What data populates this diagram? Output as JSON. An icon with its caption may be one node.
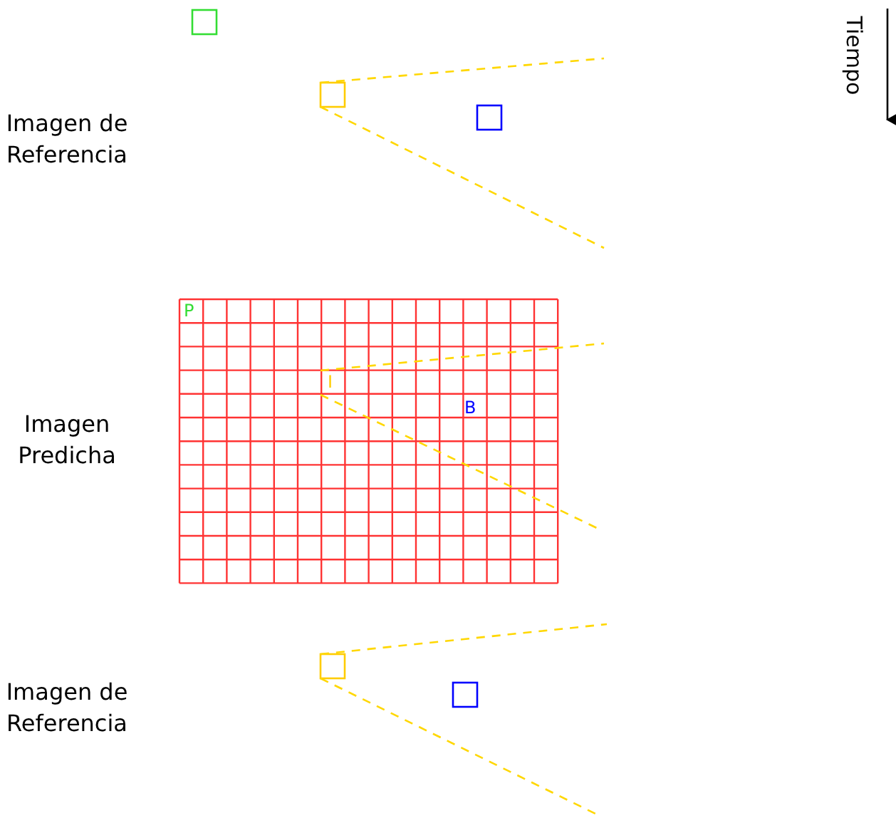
{
  "diagram": {
    "labels": [
      "Tiempo",
      "Imagen de Referencia",
      "P",
      "I",
      "B",
      "Imagen Predicha",
      "Imagen de Referencia"
    ]
  }
}
